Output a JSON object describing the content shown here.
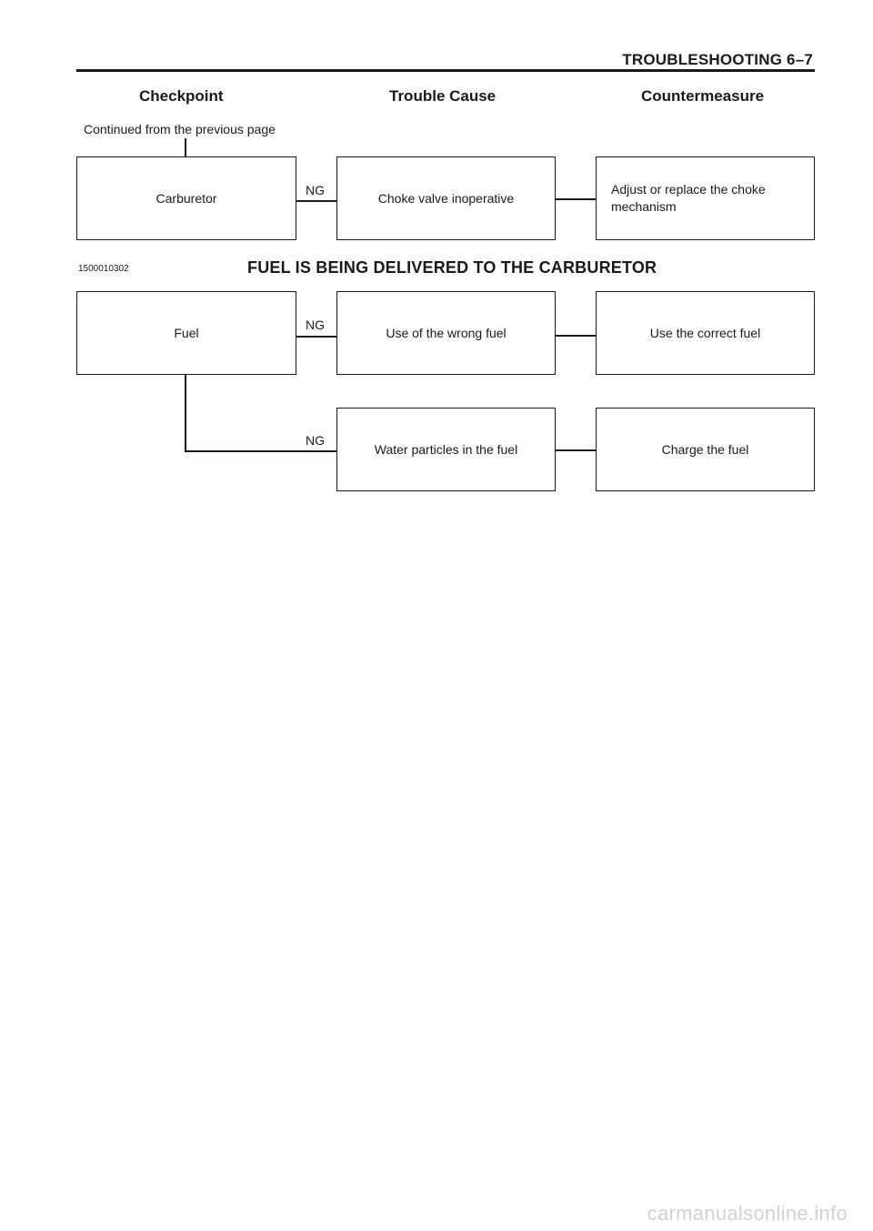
{
  "header": {
    "title": "TROUBLESHOOTING 6–7"
  },
  "columns": {
    "checkpoint": "Checkpoint",
    "trouble_cause": "Trouble Cause",
    "countermeasure": "Countermeasure"
  },
  "continued_note": "Continued from the previous page",
  "flow1": {
    "checkpoint": "Carburetor",
    "ng": "NG",
    "cause": "Choke valve inoperative",
    "countermeasure": "Adjust or replace the choke mechanism"
  },
  "section2": {
    "id": "1500010302",
    "title": "FUEL IS BEING DELIVERED TO THE CARBURETOR"
  },
  "flow2": {
    "checkpoint": "Fuel",
    "ng1": "NG",
    "cause1": "Use of the wrong fuel",
    "countermeasure1": "Use the correct fuel",
    "ng2": "NG",
    "cause2": "Water particles in the fuel",
    "countermeasure2": "Charge the fuel"
  },
  "watermark": "carmanualsonline.info"
}
